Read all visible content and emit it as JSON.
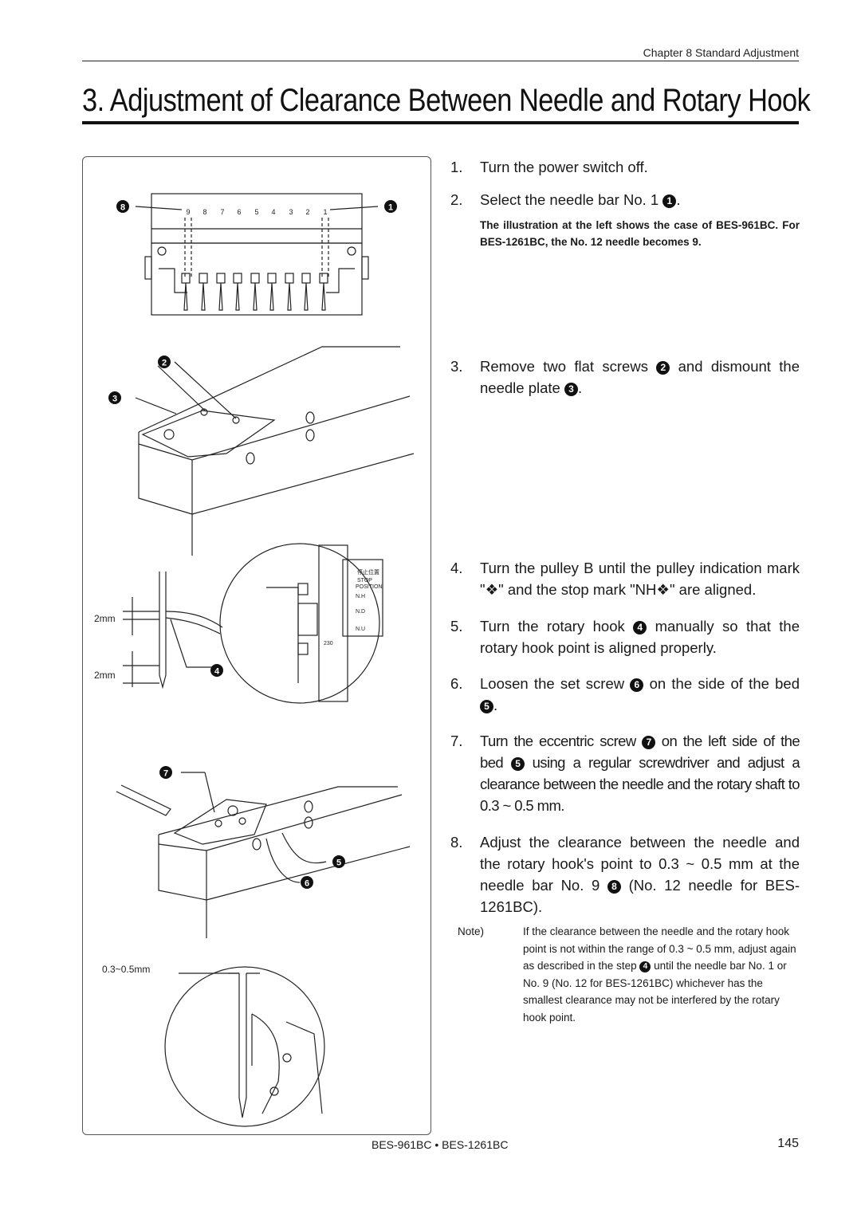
{
  "header": {
    "chapter": "Chapter 8  Standard Adjustment"
  },
  "title": "3. Adjustment of Clearance Between Needle and Rotary Hook",
  "figure": {
    "needle_numbers": [
      "9",
      "8",
      "7",
      "6",
      "5",
      "4",
      "3",
      "2",
      "1"
    ],
    "callouts": {
      "c1": "1",
      "c2": "2",
      "c3": "3",
      "c4": "4",
      "c5": "5",
      "c6": "6",
      "c7": "7",
      "c8": "8"
    },
    "dim_top": "2mm",
    "dim_bottom": "2mm",
    "dim_clearance": "0.3~0.5mm",
    "pulley_labels": {
      "stop_jp": "停止位置",
      "stop": "STOP",
      "position": "POSITION",
      "nh": "N.H",
      "nd": "N.D",
      "nu": "N.U",
      "scale_num": "230"
    }
  },
  "steps": [
    {
      "num": "1.",
      "pre": "Turn the power switch off.",
      "badge": "",
      "post": ""
    },
    {
      "num": "2.",
      "pre": "Select the needle bar No. 1 ",
      "badge": "1",
      "post": "."
    },
    {
      "num": "3.",
      "pre": "Remove two flat screws ",
      "badge": "2",
      "mid": " and dismount the needle plate ",
      "badge2": "3",
      "post": "."
    },
    {
      "num": "4.",
      "pre": "Turn the pulley B until the pulley indication mark \"❖\" and the stop mark \"NH❖\" are aligned.",
      "badge": "",
      "post": ""
    },
    {
      "num": "5.",
      "pre": "Turn the rotary hook ",
      "badge": "4",
      "post": " manually so that the rotary hook point is aligned properly."
    },
    {
      "num": "6.",
      "pre": "Loosen the set screw ",
      "badge": "6",
      "mid": " on the side of the bed ",
      "badge2": "5",
      "post": "."
    },
    {
      "num": "7.",
      "pre": "Turn the eccentric screw ",
      "badge": "7",
      "mid": " on the left side of the bed ",
      "badge2": "5",
      "post": " using a regular screwdriver and adjust a clearance between the needle and the rotary shaft to 0.3 ~ 0.5 mm."
    },
    {
      "num": "8.",
      "pre": "Adjust the clearance between the needle and the rotary hook's point to 0.3 ~ 0.5 mm at the needle bar No. 9 ",
      "badge": "8",
      "post": " (No. 12 needle for BES-1261BC)."
    }
  ],
  "subnote": "The illustration at the left shows the case of BES-961BC. For BES-1261BC, the No. 12 needle becomes 9.",
  "note": {
    "label": "Note)",
    "pre": "If the clearance between the needle and the rotary hook point is not within the range of 0.3 ~ 0.5 mm, adjust again as described in the step ",
    "badge": "4",
    "post": " until the needle bar No. 1 or No. 9 (No. 12 for BES-1261BC) whichever has the smallest clearance may not be interfered by the rotary hook point."
  },
  "footer": {
    "models": "BES-961BC • BES-1261BC",
    "page": "145"
  }
}
